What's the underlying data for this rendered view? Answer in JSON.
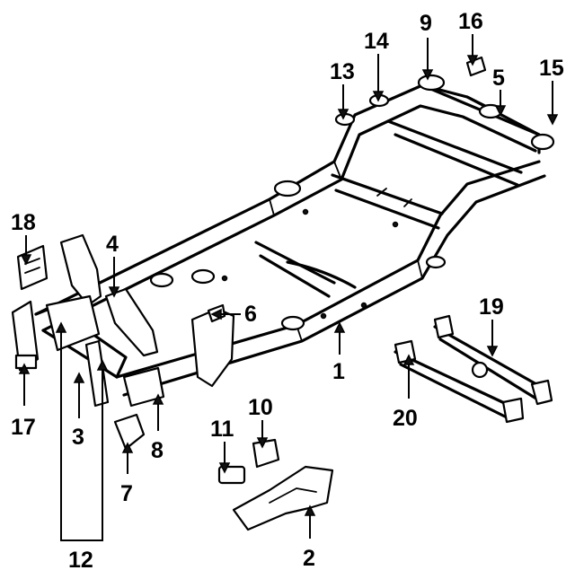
{
  "figure": "frame-exploded-view",
  "callouts": [
    {
      "id": "c1",
      "label": "1"
    },
    {
      "id": "c2",
      "label": "2"
    },
    {
      "id": "c3",
      "label": "3"
    },
    {
      "id": "c4",
      "label": "4"
    },
    {
      "id": "c5",
      "label": "5"
    },
    {
      "id": "c6",
      "label": "6"
    },
    {
      "id": "c7",
      "label": "7"
    },
    {
      "id": "c8",
      "label": "8"
    },
    {
      "id": "c9",
      "label": "9"
    },
    {
      "id": "c10",
      "label": "10"
    },
    {
      "id": "c11",
      "label": "11"
    },
    {
      "id": "c12",
      "label": "12"
    },
    {
      "id": "c13",
      "label": "13"
    },
    {
      "id": "c14",
      "label": "14"
    },
    {
      "id": "c15",
      "label": "15"
    },
    {
      "id": "c16",
      "label": "16"
    },
    {
      "id": "c17",
      "label": "17"
    },
    {
      "id": "c18",
      "label": "18"
    },
    {
      "id": "c19",
      "label": "19"
    },
    {
      "id": "c20",
      "label": "20"
    }
  ]
}
